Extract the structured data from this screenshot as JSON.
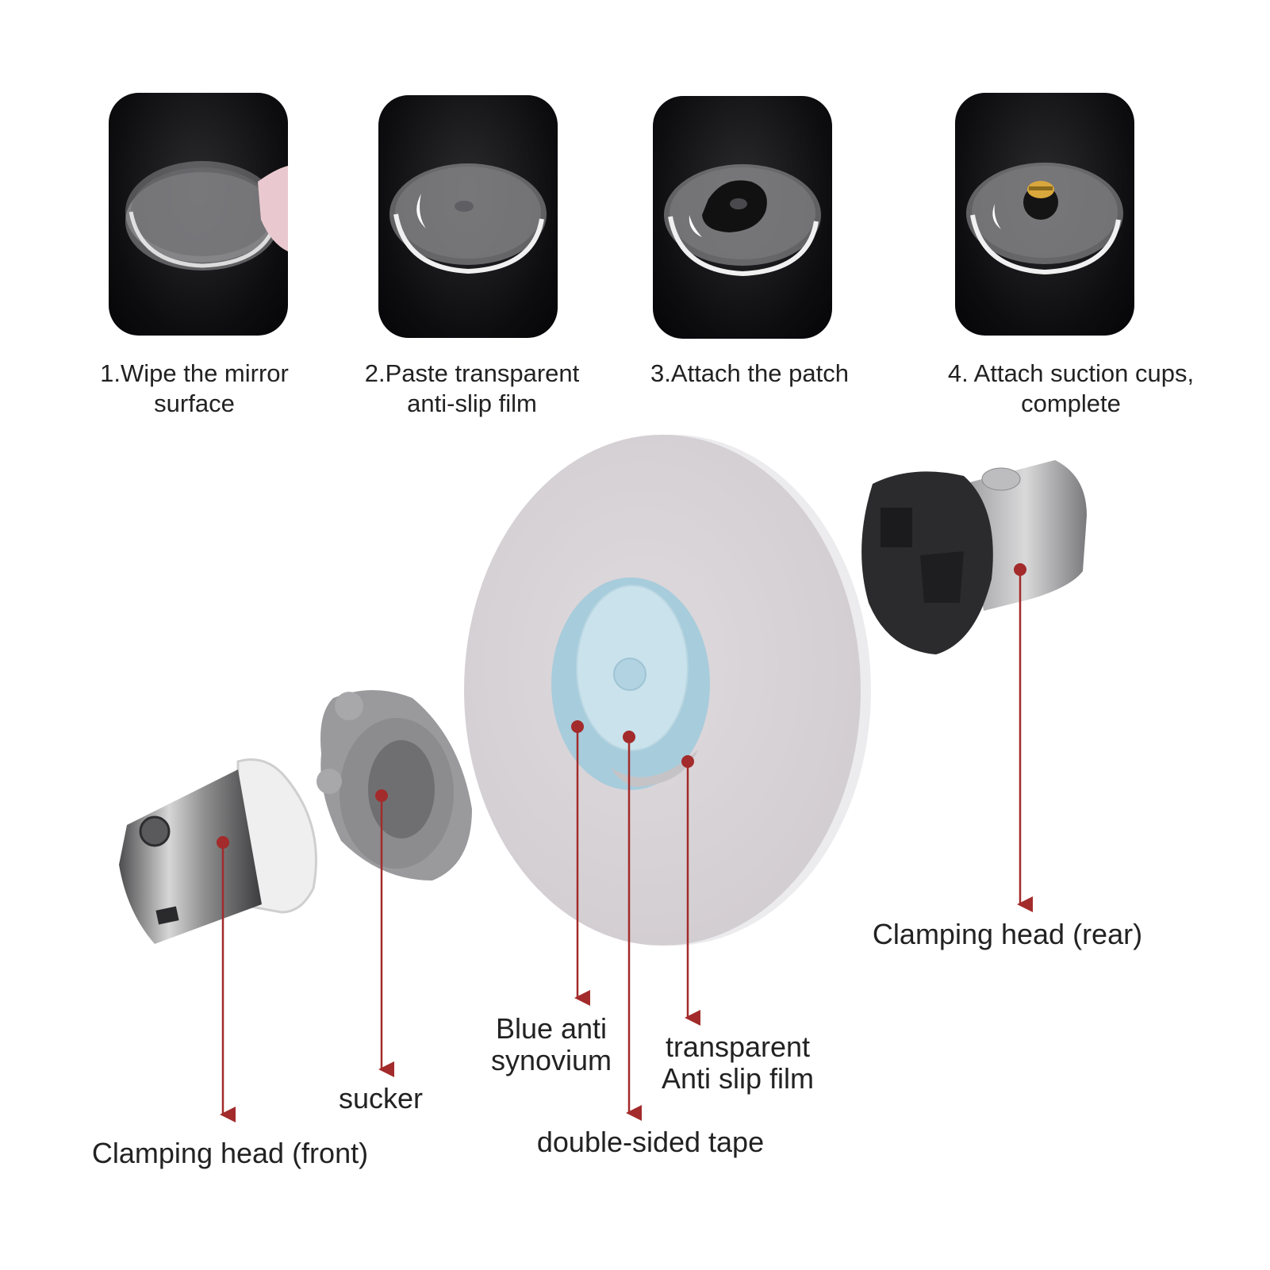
{
  "steps": [
    {
      "label": "1.Wipe the mirror\nsurface"
    },
    {
      "label": "2.Paste transparent\nanti-slip film"
    },
    {
      "label": "3.Attach the patch"
    },
    {
      "label": "4. Attach suction cups,\ncomplete"
    }
  ],
  "callouts": {
    "clamping_front": "Clamping head (front)",
    "sucker": "sucker",
    "blue_anti": "Blue anti\nsynovium",
    "double_sided": "double-sided tape",
    "transparent_film": "transparent\nAnti slip film",
    "clamping_rear": "Clamping head (rear)"
  },
  "colors": {
    "leader": "#a32b2b",
    "disc": "#dcd7db",
    "blue_film": "#a7ccdc",
    "tile_bg": "#0d0d10"
  }
}
